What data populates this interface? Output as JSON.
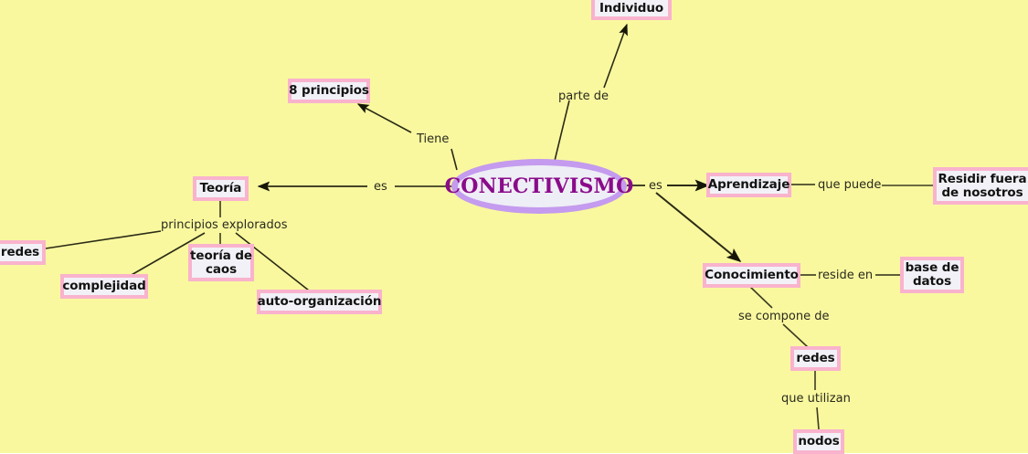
{
  "map": {
    "title": "CONECTIVISMO",
    "background_color": "#f9f89f",
    "node_border_color": "#f9b3cd",
    "node_fill_color": "#f2f1f7",
    "central_border_color": "#c49bee",
    "central_text_color": "#8a0b8a",
    "edge_color": "#3a3a20"
  },
  "central_node": {
    "label": "CONECTIVISMO"
  },
  "nodes": [
    {
      "id": "individuo",
      "label": "Individuo"
    },
    {
      "id": "ocho-principios",
      "label": "8 principios"
    },
    {
      "id": "teoria",
      "label": "Teoría"
    },
    {
      "id": "aprendizaje",
      "label": "Aprendizaje"
    },
    {
      "id": "residir",
      "label": "Residir fuera\nde nosotros"
    },
    {
      "id": "conocimiento",
      "label": "Conocimiento"
    },
    {
      "id": "base-de-datos",
      "label": "base de\ndatos"
    },
    {
      "id": "redes-derecha",
      "label": "redes"
    },
    {
      "id": "nodos",
      "label": "nodos"
    },
    {
      "id": "redes-izquierda",
      "label": "redes"
    },
    {
      "id": "complejidad",
      "label": "complejidad"
    },
    {
      "id": "teoria-de-caos",
      "label": "teoría de\ncaos"
    },
    {
      "id": "auto-organizacion",
      "label": "auto-organización"
    }
  ],
  "link_labels": [
    {
      "id": "parte-de",
      "label": "parte de"
    },
    {
      "id": "tiene",
      "label": "Tiene"
    },
    {
      "id": "es-izquierda",
      "label": "es"
    },
    {
      "id": "es-derecha",
      "label": "es"
    },
    {
      "id": "que-puede",
      "label": "que puede"
    },
    {
      "id": "reside-en",
      "label": "reside en"
    },
    {
      "id": "se-compone-de",
      "label": "se compone de"
    },
    {
      "id": "que-utilizan",
      "label": "que utilizan"
    },
    {
      "id": "principios-explorados",
      "label": "principios explorados"
    }
  ]
}
